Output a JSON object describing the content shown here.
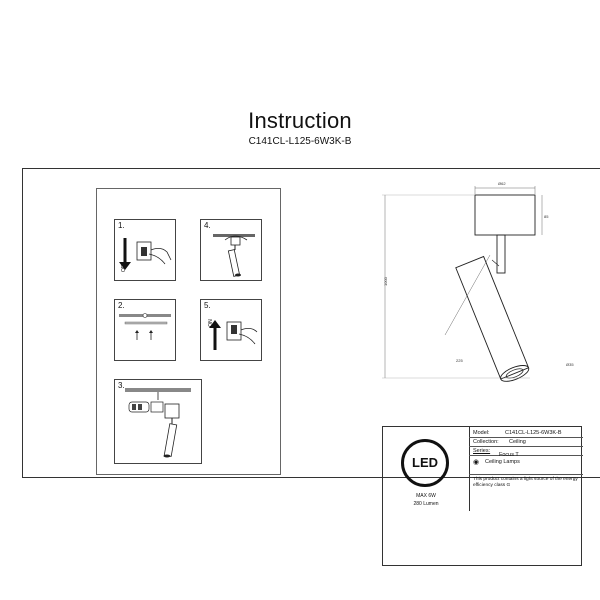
{
  "header": {
    "title": "Instruction",
    "model_code": "C141CL-L125-6W3K-B"
  },
  "steps": [
    {
      "num": "1.",
      "arrow_label": "OFF"
    },
    {
      "num": "2."
    },
    {
      "num": "3."
    },
    {
      "num": "4."
    },
    {
      "num": "5.",
      "arrow_label": "ON"
    }
  ],
  "dimensions": {
    "top_diameter": "Ø62",
    "top_height": "85",
    "total_height": "1000",
    "tube_length": "225",
    "tube_diameter": "Ø35"
  },
  "info": {
    "led_badge": "LED",
    "max_power": "MAX 6W",
    "lumen": "280 Lumen",
    "model_label": "Model:",
    "model_value": "C141CL-L125-6W3K-B",
    "collection_label": "Collection:",
    "collection_value": "Ceiling",
    "series_label": "Series:",
    "series_value": "Focus T",
    "category_value": "Ceiling Lamps",
    "note": "This product contains a light source of the energy efficiency class G"
  }
}
